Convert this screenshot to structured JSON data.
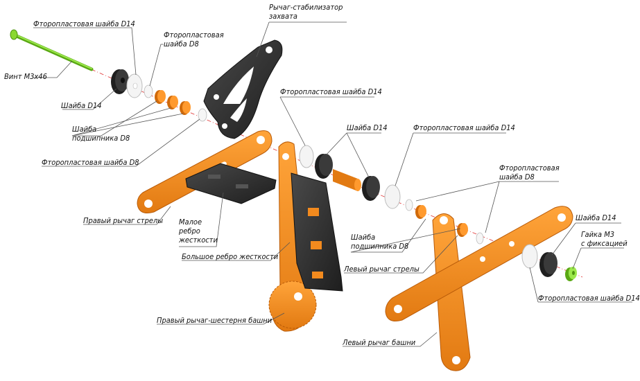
{
  "labels": {
    "vint": "Винт М3х46",
    "ftor_d14_top": "Фторопластовая шайба D14",
    "ftor_d8_top": "Фторопластовая\nшайба D8",
    "lever_stab": "Рычаг-стабилизатор\nзахвата",
    "shaiba_d14_left": "Шайба D14",
    "shaiba_bearing_left": "Шайба\nподшипника D8",
    "ftor_d8_left": "Фторопластовая шайба D8",
    "ftor_d14_mid": "Фторопластовая шайба D14",
    "shaiba_d14_mid": "Шайба D14",
    "ftor_d14_right": "Фторопластовая шайба D14",
    "ftor_d8_right": "Фторопластовая\nшайба D8",
    "right_boom_lever": "Правый рычаг стрелы",
    "small_rib": "Малое\nребро\nжесткости",
    "big_rib": "Большое ребро жесткости",
    "shaiba_bearing_right": "Шайба\nподшипника D8",
    "shaiba_d14_right": "Шайба D14",
    "nut": "Гайка М3\nс фиксацией",
    "left_boom_lever": "Левый рычаг стрелы",
    "ftor_d14_bottom": "Фторопластовая шайба D14",
    "right_gear_lever": "Правый рычаг-шестерня башни",
    "left_tower_lever": "Левый рычаг башни"
  },
  "colors": {
    "orange": "#f28a1e",
    "orange_dark": "#b85a08",
    "black_part": "#2a2a2a",
    "green": "#7ed321",
    "axis": "#e03030",
    "leader": "#555555"
  }
}
